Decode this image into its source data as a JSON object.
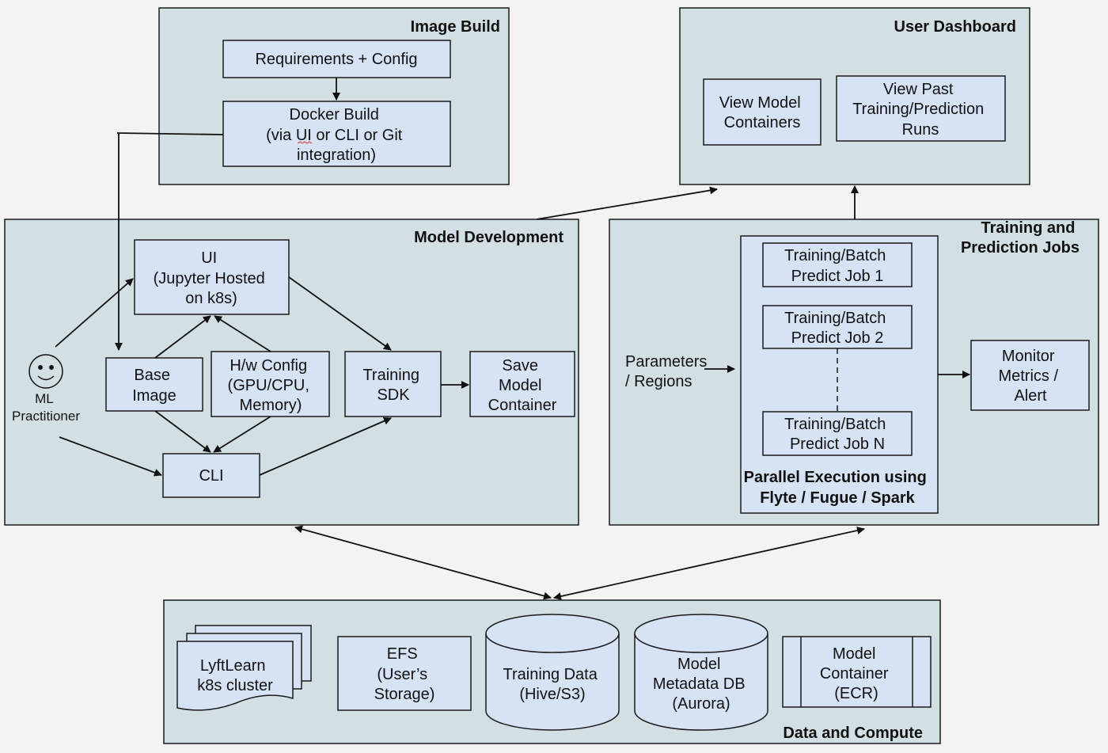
{
  "groups": {
    "image_build": "Image Build",
    "user_dashboard": "User Dashboard",
    "model_development": "Model Development",
    "training_jobs": [
      "Training and",
      "Prediction Jobs"
    ],
    "data_compute": "Data and Compute"
  },
  "image_build": {
    "requirements": "Requirements + Config",
    "docker_build": [
      "Docker Build",
      "(via UI or CLI or Git",
      "integration)"
    ]
  },
  "dashboard": {
    "view_containers": [
      "View Model",
      "Containers"
    ],
    "view_runs": [
      "View Past",
      "Training/Prediction",
      "Runs"
    ]
  },
  "model_dev": {
    "ui": [
      "UI",
      "(Jupyter Hosted",
      "on k8s)"
    ],
    "practitioner": [
      "ML",
      "Practitioner"
    ],
    "base_image": [
      "Base",
      "Image"
    ],
    "hw_config": [
      "H/w Config",
      "(GPU/CPU,",
      "Memory)"
    ],
    "training_sdk": [
      "Training",
      "SDK"
    ],
    "save_container": [
      "Save",
      "Model",
      "Container"
    ],
    "cli": "CLI"
  },
  "jobs": {
    "parameters": [
      "Parameters",
      "/ Regions"
    ],
    "job1": [
      "Training/Batch",
      "Predict Job 1"
    ],
    "job2": [
      "Training/Batch",
      "Predict Job 2"
    ],
    "jobN": [
      "Training/Batch",
      "Predict Job N"
    ],
    "parallel": [
      "Parallel Execution using",
      "Flyte / Fugue / Spark"
    ],
    "monitor": [
      "Monitor",
      "Metrics /",
      "Alert"
    ]
  },
  "data": {
    "cluster": [
      "LyftLearn",
      "k8s cluster"
    ],
    "efs": [
      "EFS",
      "(User’s",
      "Storage)"
    ],
    "training_data": [
      "Training Data",
      "(Hive/S3)"
    ],
    "metadata_db": [
      "Model",
      "Metadata DB",
      "(Aurora)"
    ],
    "container_ecr": [
      "Model",
      "Container",
      "(ECR)"
    ]
  },
  "colors": {
    "group_fill": "#d2e0e3",
    "box_fill": "#d5e3f5",
    "stroke": "#1a1a1a",
    "background": "#f3f3f3"
  },
  "icons": {
    "practitioner": "smiley-face-icon"
  }
}
